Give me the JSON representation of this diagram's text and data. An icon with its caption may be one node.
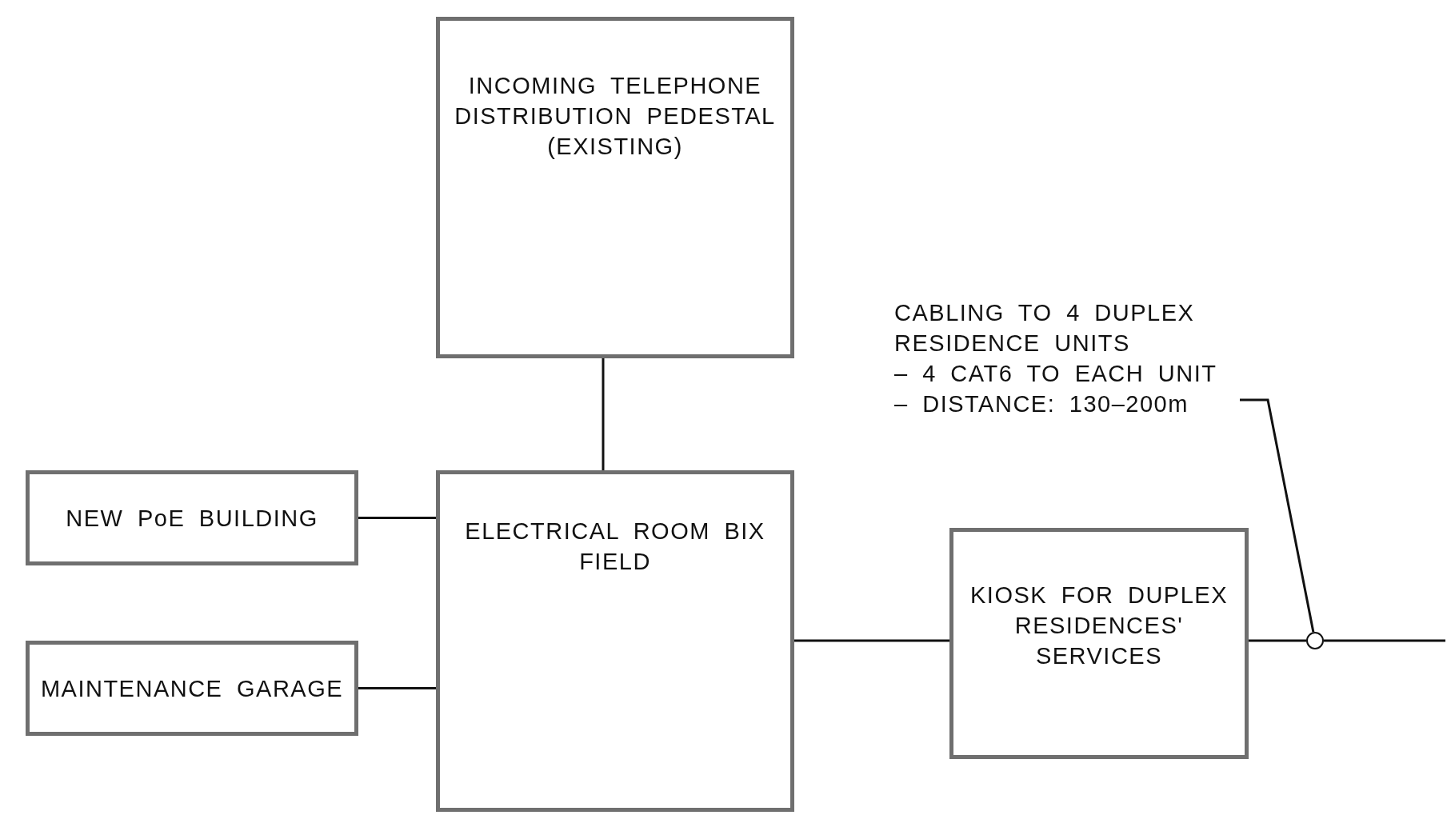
{
  "diagram": {
    "nodes": [
      {
        "text": [
          "INCOMING TELEPHONE DISTRIBUTION PEDESTAL (EXISTING)"
        ]
      },
      {
        "text": [
          "CABLING TO 4 DUPLEX RESIDENCE UNITS",
          "– 4 CAT6 TO EACH UNIT",
          "– DISTANCE: 130–200m"
        ]
      },
      {
        "text": [
          "NEW PoE BUILDING"
        ]
      },
      {
        "text": [
          "ELECTRICAL ROOM BIX FIELD"
        ]
      },
      {
        "text": [
          "MAINTENANCE GARAGE"
        ]
      },
      {
        "text": [
          "KIOSK FOR DUPLEX RESIDENCES' SERVICES"
        ]
      },
      {
        "text": [],
        "shape": "circle"
      }
    ],
    "edges": [
      {
        "from": 0,
        "to": 3,
        "arrow": "none"
      },
      {
        "from": 2,
        "to": 3,
        "arrow": "none"
      },
      {
        "from": 4,
        "to": 3,
        "arrow": "none"
      },
      {
        "from": 3,
        "to": 5,
        "arrow": "none"
      },
      {
        "from": 5,
        "to": 6,
        "arrow": "none"
      },
      {
        "from": 6,
        "to": null,
        "arrow": "none"
      },
      {
        "from": 1,
        "to": 6,
        "arrow": "none"
      }
    ]
  }
}
